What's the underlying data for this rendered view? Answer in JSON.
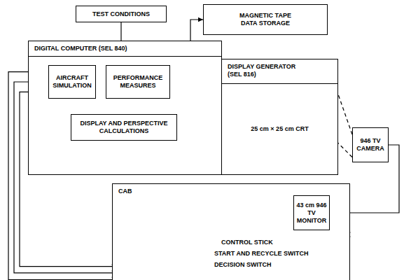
{
  "diagram": {
    "nodes": [
      {
        "text": [
          "TEST CONDITIONS"
        ]
      },
      {
        "text": [
          "MAGNETIC TAPE DATA STORAGE"
        ]
      },
      {
        "text": [
          "DIGITAL COMPUTER (SEL 840)"
        ]
      },
      {
        "text": [
          "AIRCRAFT SIMULATION"
        ],
        "in": 2
      },
      {
        "text": [
          "PERFORMANCE MEASURES"
        ],
        "in": 2
      },
      {
        "text": [
          "DISPLAY AND PERSPECTIVE CALCULATIONS"
        ],
        "in": 2
      },
      {
        "text": [
          "DISPLAY GENERATOR (SEL 816)"
        ]
      },
      {
        "text": [
          "25 cm × 25 cm CRT"
        ],
        "in": 6
      },
      {
        "text": [
          "946 TV CAMERA"
        ]
      },
      {
        "text": [
          "CAB"
        ]
      },
      {
        "text": [
          "43 cm 946 TV MONITOR"
        ],
        "in": 9
      }
    ],
    "edges": [
      {
        "from": 0,
        "to": 2,
        "arrow": "none"
      },
      {
        "from": 3,
        "to": 4,
        "arrow": "to"
      },
      {
        "from": 4,
        "to": 1,
        "arrow": "to"
      },
      {
        "from": 3,
        "to": 5,
        "arrow": "to"
      },
      {
        "from": 5,
        "to": 7,
        "arrow": "to"
      },
      {
        "from": 8,
        "to": 7,
        "arrow": "none"
      },
      {
        "from": 8,
        "to": 7,
        "arrow": "none"
      },
      {
        "from": 8,
        "to": 10,
        "arrow": "to"
      },
      {
        "from": 9,
        "to": 3,
        "arrow": "to"
      },
      {
        "from": 9,
        "to": 3,
        "arrow": "to"
      },
      {
        "from": 9,
        "to": 3,
        "arrow": "to"
      }
    ],
    "labels": [
      "CONTROL STICK",
      "START AND RECYCLE SWITCH",
      "DECISION SWITCH"
    ]
  }
}
